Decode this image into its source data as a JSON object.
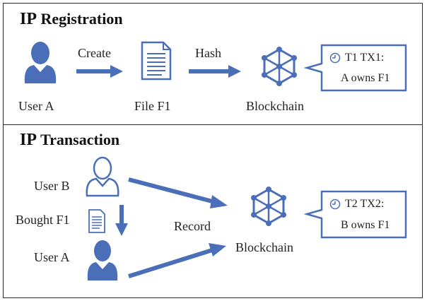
{
  "registration": {
    "title_ip": "IP",
    "title_rest": "Registration",
    "user_label": "User A",
    "create_label": "Create",
    "file_label": "File F1",
    "hash_label": "Hash",
    "blockchain_label": "Blockchain",
    "note_line1": "T1  TX1:",
    "note_line2": "A owns F1"
  },
  "transaction": {
    "title_ip": "IP",
    "title_rest": "Transaction",
    "user_b_label": "User B",
    "bought_label": "Bought F1",
    "user_a_label": "User A",
    "record_label": "Record",
    "blockchain_label": "Blockchain",
    "note_line1": "T2  TX2:",
    "note_line2": "B owns F1"
  },
  "colors": {
    "accent": "#4a6fb8",
    "border": "#2a2a2a"
  }
}
